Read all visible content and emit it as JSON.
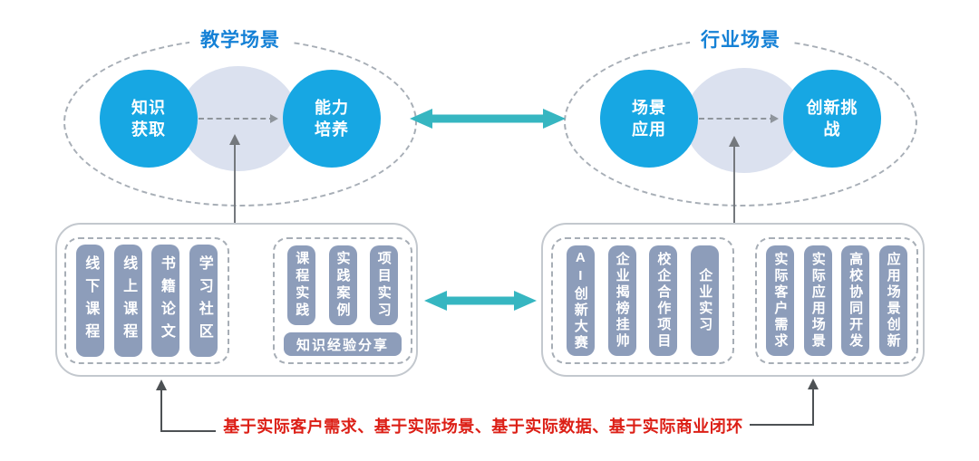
{
  "colors": {
    "circle_blue": "#17a7e3",
    "title_blue": "#1581d6",
    "teal_arrow": "#36b6c1",
    "bar_bg": "#8d9dba",
    "blob_bg": "#dbe1ef",
    "caption_red": "#dc1f16"
  },
  "teaching": {
    "title": "教学场景",
    "circle_left": "知识\n获取",
    "circle_right": "能力\n培养"
  },
  "industry": {
    "title": "行业场景",
    "circle_left": "场景\n应用",
    "circle_right": "创新挑\n战"
  },
  "teaching_box": {
    "group1": [
      "线下课程",
      "线上课程",
      "书籍论文",
      "学习社区"
    ],
    "group2": [
      "课程实践",
      "实践案例",
      "项目实习"
    ],
    "group2_footer": "知识经验分享"
  },
  "industry_box": {
    "group1": [
      "AI创新大赛",
      "企业揭榜挂帅",
      "校企合作项目",
      "企业实习"
    ],
    "group2": [
      "实际客户需求",
      "实际应用场景",
      "高校协同开发",
      "应用场景创新"
    ]
  },
  "footer": {
    "text": "基于实际客户需求、基于实际场景、基于实际数据、基于实际商业闭环"
  }
}
